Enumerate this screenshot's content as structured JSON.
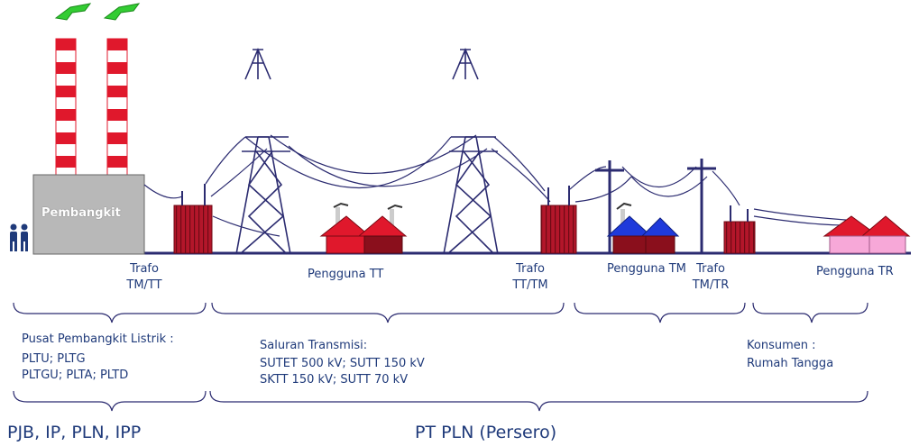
{
  "plant": {
    "label": "Pembangkit"
  },
  "labels": {
    "trafo_tm_tt_1": "Trafo",
    "trafo_tm_tt_2": "TM/TT",
    "pengguna_tt": "Pengguna TT",
    "trafo_tt_tm_1": "Trafo",
    "trafo_tt_tm_2": "TT/TM",
    "pengguna_tm": "Pengguna TM",
    "trafo_tm_tr_1": "Trafo",
    "trafo_tm_tr_2": "TM/TR",
    "pengguna_tr": "Pengguna TR"
  },
  "groups": {
    "pembangkit": {
      "title": "Pusat Pembangkit Listrik :",
      "line1": "PLTU; PLTG",
      "line2": "PLTGU; PLTA; PLTD"
    },
    "transmisi": {
      "title": "Saluran Transmisi:",
      "line1": "SUTET 500 kV; SUTT 150 kV",
      "line2": "SKTT 150 kV; SUTT 70 kV"
    },
    "konsumen": {
      "title": "Konsumen :",
      "line1": "Rumah Tangga"
    }
  },
  "owners": {
    "left": "PJB, IP, PLN, IPP",
    "right": "PT PLN (Persero)"
  },
  "colors": {
    "text": "#1f3a7a",
    "line": "#2b2b70",
    "stack_red": "#e0182c",
    "plant_gray": "#b8b8b8",
    "trafo": "#b3162a",
    "smoke": "#33cc33",
    "house_tt": "#e0182c",
    "house_tm": "#1f3adb",
    "house_tr": "#f7a8d8"
  }
}
